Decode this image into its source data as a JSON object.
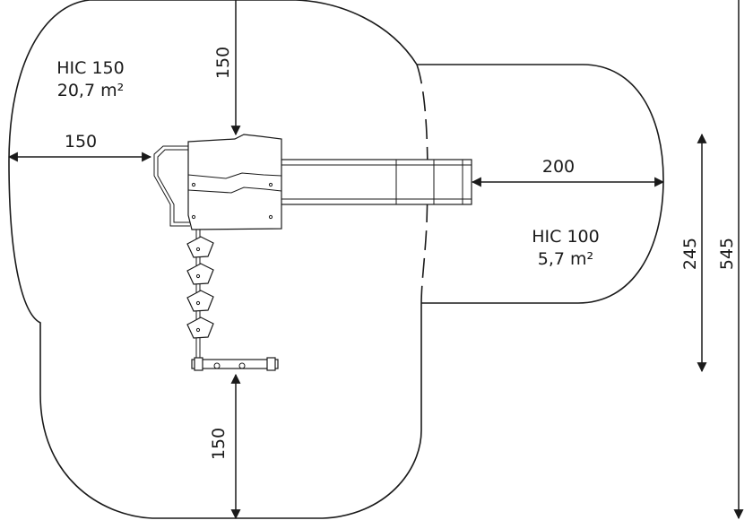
{
  "zones": {
    "main": {
      "title": "HIC 150",
      "area": "20,7 m²"
    },
    "slide": {
      "title": "HIC 100",
      "area": "5,7 m²"
    }
  },
  "dimensions": {
    "top_clearance": "150",
    "left_clearance": "150",
    "bottom_clearance": "150",
    "slide_clearance": "200",
    "slide_zone_width": "245",
    "total_width": "545"
  }
}
